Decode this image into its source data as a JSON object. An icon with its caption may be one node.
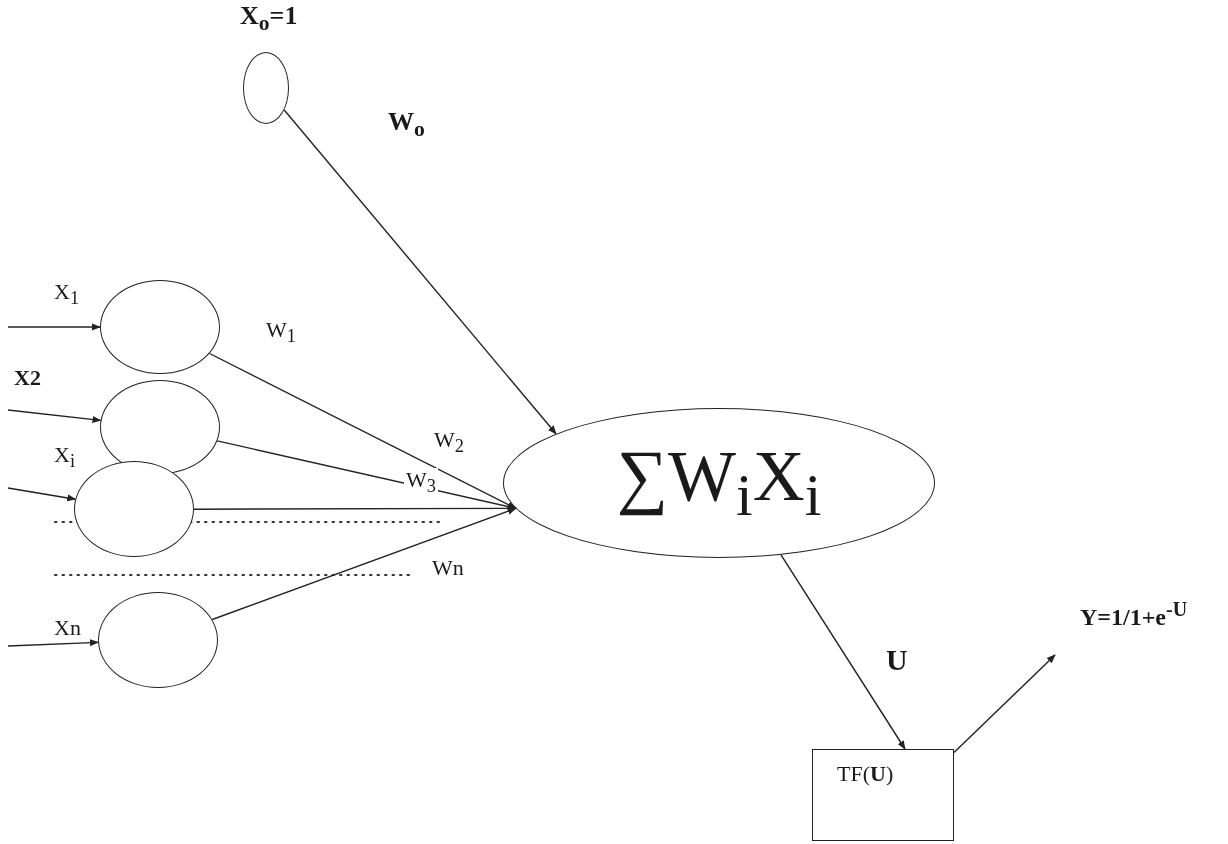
{
  "diagram": {
    "nodes": [
      {
        "text": [],
        "shape": "circle",
        "beside": [
          "X$_{o}$=1"
        ]
      },
      {
        "text": [],
        "shape": "circle"
      },
      {
        "text": [],
        "shape": "circle"
      },
      {
        "text": [],
        "shape": "circle"
      },
      {
        "text": [],
        "shape": "circle"
      },
      {
        "text": [
          "∑W$_{i}$X$_{i}$"
        ]
      },
      {
        "text": [
          "TF(**U**)"
        ]
      }
    ],
    "edges": [
      {
        "from": null,
        "to": 1,
        "arrow": "to",
        "label": "X$_{1}$"
      },
      {
        "from": null,
        "to": 2,
        "arrow": "to",
        "label": "X2"
      },
      {
        "from": null,
        "to": 3,
        "arrow": "to",
        "label": "X$_{i}$"
      },
      {
        "from": null,
        "to": 4,
        "arrow": "to",
        "label": "Xn"
      },
      {
        "from": 0,
        "to": 5,
        "arrow": "to",
        "label": "W$_{o}$"
      },
      {
        "from": 1,
        "to": 5,
        "arrow": "to",
        "label": "W$_{1}$"
      },
      {
        "from": 2,
        "to": 5,
        "arrow": "to",
        "label": "W$_{2}$"
      },
      {
        "from": 3,
        "to": 5,
        "arrow": "to",
        "label": "W$_{3}$"
      },
      {
        "from": 4,
        "to": 5,
        "arrow": "to",
        "label": "Wn"
      },
      {
        "from": 5,
        "to": 6,
        "arrow": "to",
        "label": "U"
      },
      {
        "from": 6,
        "to": null,
        "arrow": "to",
        "label": "Y=1/1+e$^{-U}$"
      }
    ]
  }
}
